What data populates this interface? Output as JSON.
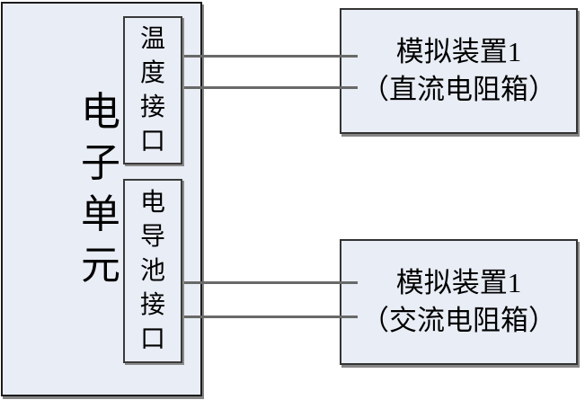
{
  "diagram": {
    "title": "electronic-unit simulation wiring diagram",
    "colors": {
      "box_fill": "#e9edf6",
      "box_border": "#2e2e2e",
      "wire": "#696969",
      "shadow": "#858585",
      "text": "#000000",
      "background": "#ffffff"
    },
    "electronic_unit": {
      "label": "电子单元"
    },
    "ports": [
      {
        "label": "温度接口"
      },
      {
        "label": "电导池接口"
      }
    ],
    "devices": [
      {
        "title": "模拟装置1",
        "subtitle": "（直流电阻箱）"
      },
      {
        "title": "模拟装置1",
        "subtitle": "（交流电阻箱）"
      }
    ],
    "connections": [
      {
        "from": "温度接口",
        "to": "模拟装置1（直流电阻箱）",
        "wires": 2
      },
      {
        "from": "电导池接口",
        "to": "模拟装置1（交流电阻箱）",
        "wires": 2
      }
    ]
  }
}
